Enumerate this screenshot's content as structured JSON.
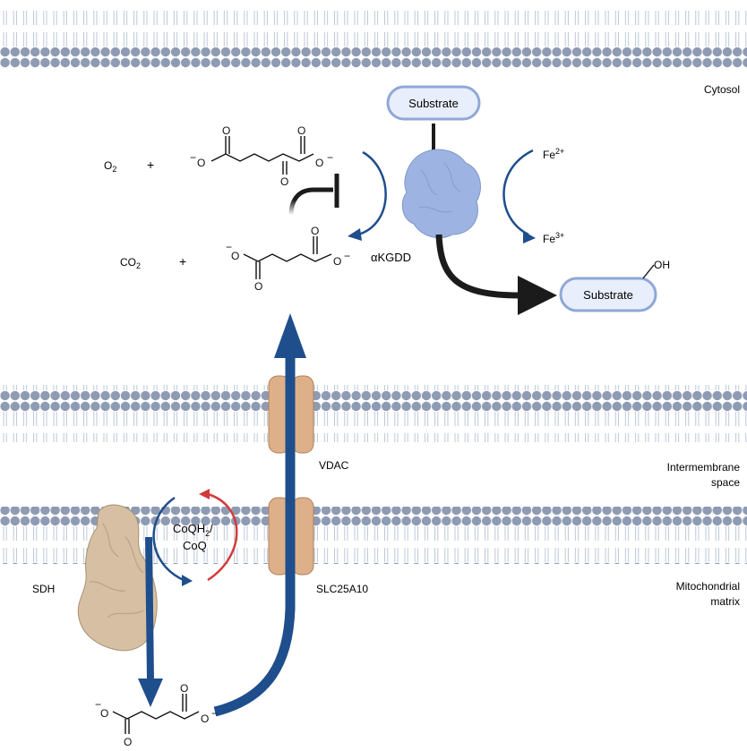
{
  "labels": {
    "cytosol": "Cytosol",
    "intermembrane_line1": "Intermembrane",
    "intermembrane_line2": "space",
    "matrix_line1": "Mitochondrial",
    "matrix_line2": "matrix",
    "vdac": "VDAC",
    "slc": "SLC25A10",
    "sdh": "SDH",
    "akgdd": "αKGDD",
    "substrate_top": "Substrate",
    "substrate_bottom": "Substrate",
    "oh": "OH",
    "o2": "O",
    "o2_sub": "2",
    "co2": "CO",
    "co2_sub": "2",
    "plus1": "+",
    "plus2": "+",
    "fe2_base": "Fe",
    "fe2_sup": "2+",
    "fe3_base": "Fe",
    "fe3_sup": "3+",
    "coqh2_base": "CoQH",
    "coqh2_sub": "2",
    "coqh2_slash": "/",
    "coq": "CoQ"
  },
  "molecule_atoms": {
    "o": "O",
    "o_minus": "O",
    "minus": "−"
  },
  "colors": {
    "membrane_head": "#8e9bb3",
    "membrane_tail": "#b6c2d3",
    "blue_arrow": "#1f4e8c",
    "red_arrow": "#d33a3a",
    "black_arrow": "#1b1b1b",
    "transporter": "#ddb08a",
    "transporter_stroke": "#b07f58",
    "akgdd_protein": "#9db4e3",
    "sdh_protein": "#d6bfa3",
    "substrate_fill": "#e8eefb",
    "substrate_stroke": "#8fa8d6"
  }
}
